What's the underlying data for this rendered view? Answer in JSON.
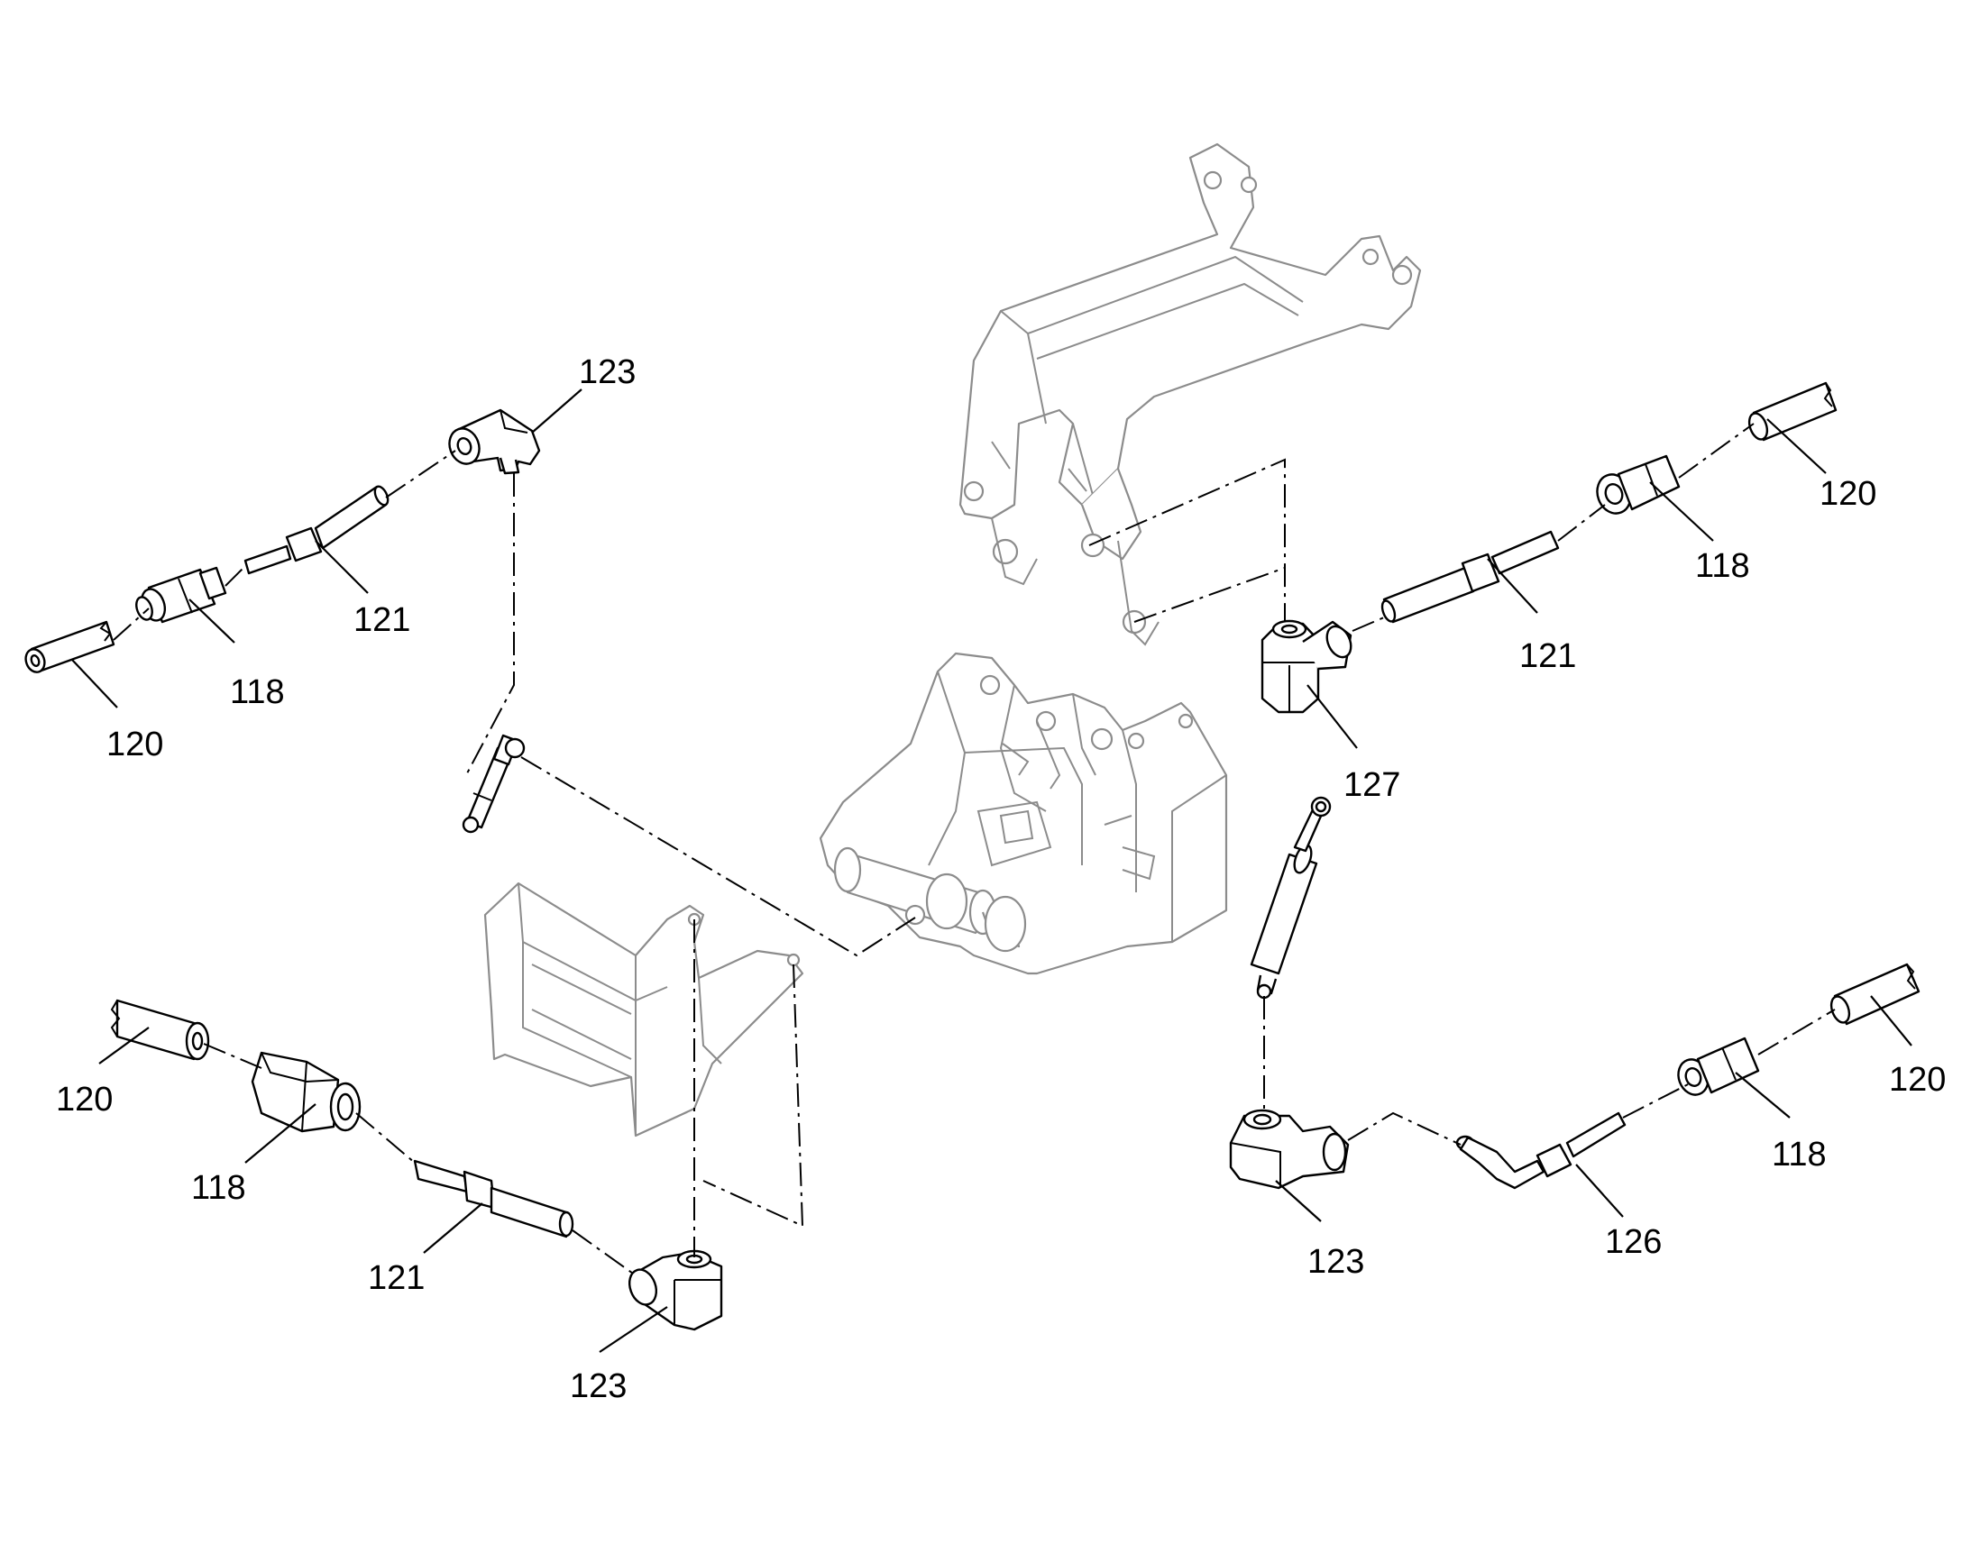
{
  "diagram": {
    "callouts": [
      {
        "id": "c-123-top-left",
        "label": "123"
      },
      {
        "id": "c-121-top-left",
        "label": "121"
      },
      {
        "id": "c-118-top-left",
        "label": "118"
      },
      {
        "id": "c-120-top-left",
        "label": "120"
      },
      {
        "id": "c-120-top-right",
        "label": "120"
      },
      {
        "id": "c-118-top-right",
        "label": "118"
      },
      {
        "id": "c-121-top-right",
        "label": "121"
      },
      {
        "id": "c-127",
        "label": "127"
      },
      {
        "id": "c-120-bottom-left",
        "label": "120"
      },
      {
        "id": "c-118-bottom-left",
        "label": "118"
      },
      {
        "id": "c-121-bottom-left",
        "label": "121"
      },
      {
        "id": "c-123-bottom-left",
        "label": "123"
      },
      {
        "id": "c-123-bottom-right",
        "label": "123"
      },
      {
        "id": "c-126",
        "label": "126"
      },
      {
        "id": "c-118-bottom-right",
        "label": "118"
      },
      {
        "id": "c-120-bottom-right",
        "label": "120"
      }
    ]
  },
  "colors": {
    "line": "#000000",
    "ghost": "#8c8c8c",
    "background": "#ffffff"
  }
}
